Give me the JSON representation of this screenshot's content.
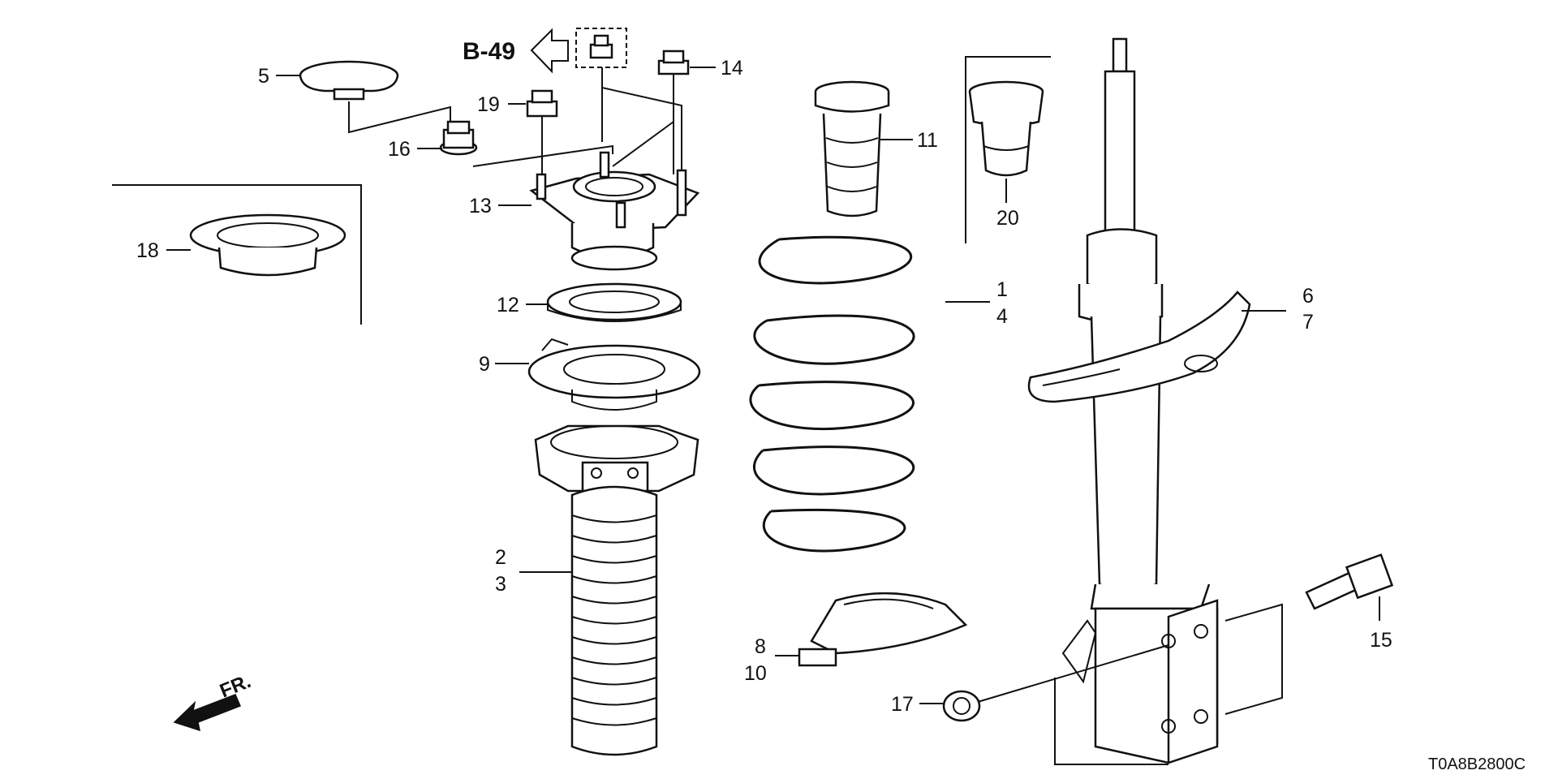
{
  "reference": {
    "label": "B-49"
  },
  "front_indicator": {
    "label": "FR."
  },
  "diagram_code": "T0A8B2800C",
  "callouts": {
    "n1": "1",
    "n2": "2",
    "n3": "3",
    "n4": "4",
    "n5": "5",
    "n6": "6",
    "n7": "7",
    "n8": "8",
    "n9": "9",
    "n10": "10",
    "n11": "11",
    "n12": "12",
    "n13": "13",
    "n14": "14",
    "n15": "15",
    "n16": "16",
    "n17": "17",
    "n18": "18",
    "n19": "19",
    "n20": "20"
  }
}
